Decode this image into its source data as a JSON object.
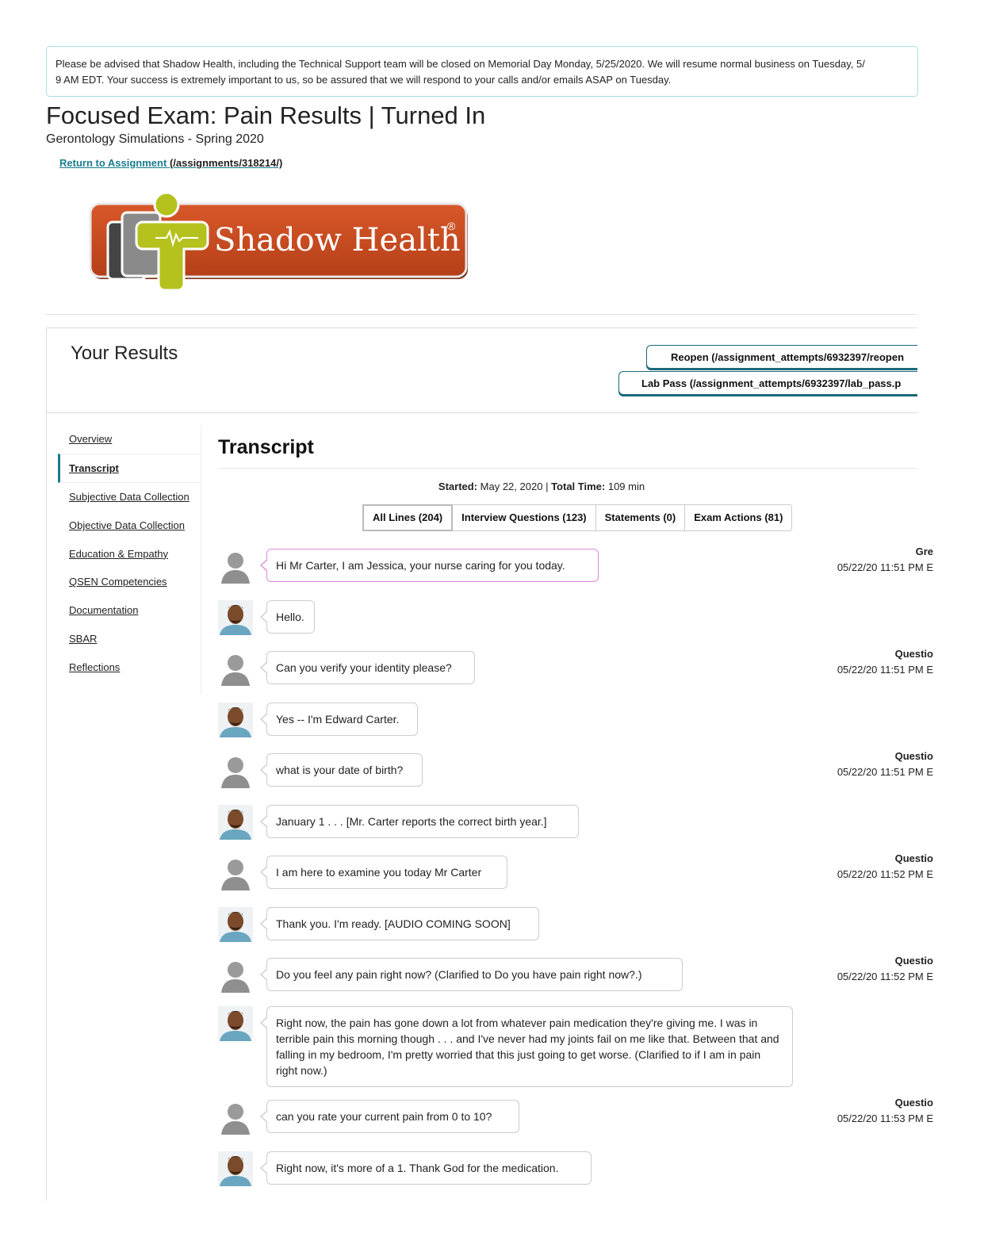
{
  "notice": {
    "line1": "Please be advised that Shadow Health, including the Technical Support team will be closed on Memorial Day Monday, 5/25/2020. We will resume normal business on Tuesday, 5/",
    "line2": "9 AM EDT. Your success is extremely important to us, so be assured that we will respond to your calls and/or emails ASAP on Tuesday."
  },
  "page": {
    "title": "Focused Exam: Pain Results | Turned In",
    "course": "Gerontology Simulations - Spring 2020",
    "return_label": "Return to Assignment",
    "return_path": "(/assignments/318214/)",
    "logo_text": "Shadow Health",
    "logo_mark": "®"
  },
  "results": {
    "title": "Your Results",
    "reopen_label": "Reopen (/assignment_attempts/6932397/reopen",
    "labpass_label": "Lab Pass (/assignment_attempts/6932397/lab_pass.p"
  },
  "nav": {
    "items": [
      {
        "label": "Overview"
      },
      {
        "label": "Transcript"
      },
      {
        "label": "Subjective Data Collection"
      },
      {
        "label": "Objective Data Collection"
      },
      {
        "label": "Education & Empathy"
      },
      {
        "label": "QSEN Competencies"
      },
      {
        "label": "Documentation"
      },
      {
        "label": "SBAR"
      },
      {
        "label": "Reflections"
      }
    ]
  },
  "transcript": {
    "title": "Transcript",
    "started_label": "Started:",
    "started_value": "May 22, 2020",
    "separator": "|",
    "total_label": "Total Time:",
    "total_value": "109 min",
    "filters": [
      {
        "label": "All Lines (204)"
      },
      {
        "label": "Interview Questions (123)"
      },
      {
        "label": "Statements (0)"
      },
      {
        "label": "Exam Actions (81)"
      }
    ],
    "lines": [
      {
        "speaker": "student",
        "text": "Hi Mr Carter, I am Jessica, your nurse caring for you today.",
        "type": "Gre",
        "time": "05/22/20 11:51 PM E"
      },
      {
        "speaker": "patient",
        "text": "Hello."
      },
      {
        "speaker": "student",
        "text": "Can you verify your identity please?",
        "type": "Questio",
        "time": "05/22/20 11:51 PM E"
      },
      {
        "speaker": "patient",
        "text": "Yes -- I'm Edward Carter."
      },
      {
        "speaker": "student",
        "text": "what is your date of birth?",
        "type": "Questio",
        "time": "05/22/20 11:51 PM E"
      },
      {
        "speaker": "patient",
        "text": "January 1 . . . [Mr. Carter reports the correct birth year.]"
      },
      {
        "speaker": "student",
        "text": "I am here to examine you today Mr Carter",
        "type": "Questio",
        "time": "05/22/20 11:52 PM E"
      },
      {
        "speaker": "patient",
        "text": "Thank you. I'm ready. [AUDIO COMING SOON]"
      },
      {
        "speaker": "student",
        "text": "Do you feel any pain right now? (Clarified to Do you have pain right now?.)",
        "type": "Questio",
        "time": "05/22/20 11:52 PM E"
      },
      {
        "speaker": "patient",
        "text": "Right now, the pain has gone down a lot from whatever pain medication they're giving me. I was in terrible pain this morning though . . . and I've never had my joints fail on me like that. Between that and falling in my bedroom, I'm pretty worried that this just going to get worse. (Clarified to if I am in pain right now.)"
      },
      {
        "speaker": "student",
        "text": "can you rate your current pain from 0 to 10?",
        "type": "Questio",
        "time": "05/22/20 11:53 PM E"
      },
      {
        "speaker": "patient",
        "text": "Right now, it's more of a 1. Thank God for the medication."
      }
    ]
  },
  "colors": {
    "accent": "#1a7c8e",
    "logo_bg": "#c94a1f",
    "logo_green": "#b5c21e",
    "first_bubble_border": "#e08ad8",
    "notice_border": "#a9dde6"
  }
}
